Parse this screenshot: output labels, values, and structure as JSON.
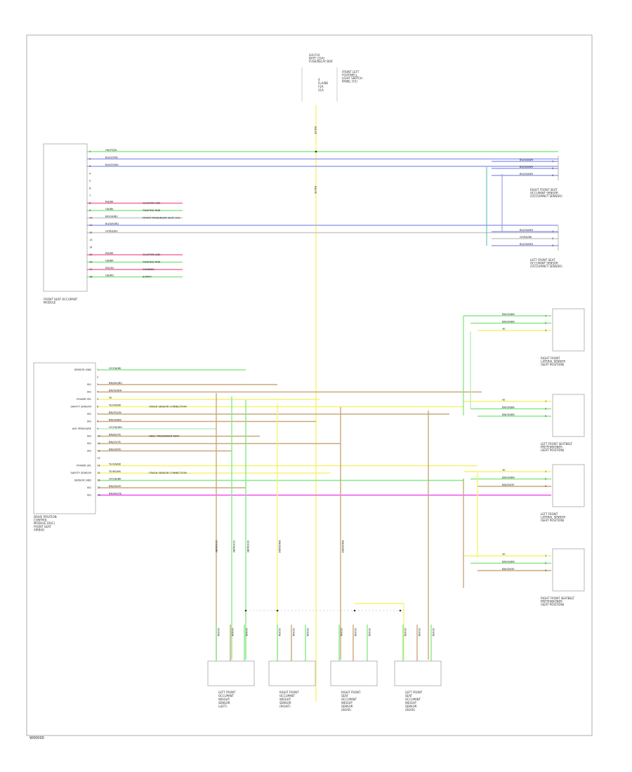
{
  "footer_code": "W00000",
  "colors": {
    "green": "#88e888",
    "blue": "#9aa0f0",
    "yellow": "#f4f470",
    "brown": "#c9a87a",
    "pink": "#f070a0",
    "magenta": "#f050f0",
    "lightgreen": "#b8f0b8",
    "grey": "#c8c8c8",
    "teal": "#66c0c0"
  },
  "diagram": {
    "top_connector": {
      "title": [
        "S/A-F10",
        "BATT (15A)",
        "FUSE/RELAY BOX"
      ],
      "side_label": [
        "FRONT LEFT",
        "FOOTWELL",
        "LIGHT SWITCH",
        "PANEL (F2)"
      ],
      "pin_labels": [
        "4",
        "FLA/BK",
        "F2A",
        "21A"
      ],
      "wire_top": "RD/YE",
      "wire_mid": "RD/YE"
    },
    "module_top": {
      "label": [
        "FRONT SEAT OCCUPANT",
        "MODULE"
      ],
      "wires": [
        {
          "pin": "1",
          "label": "GN/YE/BL",
          "color": "green"
        },
        {
          "pin": "2",
          "label": "BU/GY/RD",
          "color": "blue"
        },
        {
          "pin": "3",
          "label": "BU/GY/WH",
          "color": "blue"
        },
        {
          "pin": "4",
          "label": "",
          "color": ""
        },
        {
          "pin": "5",
          "label": "",
          "color": ""
        },
        {
          "pin": "6",
          "label": "",
          "color": ""
        },
        {
          "pin": "7",
          "label": "",
          "color": ""
        },
        {
          "pin": "8",
          "label": "RD/BK",
          "color": "pink",
          "note": "CLUSTER LINE"
        },
        {
          "pin": "9",
          "label": "GN/BK",
          "color": "green",
          "note": "TWISTED PAIR"
        },
        {
          "pin": "10",
          "label": "BK/GN/BU",
          "color": "grey",
          "note": "FRONT PASSENGER SEAT (S4)"
        },
        {
          "pin": "11",
          "label": "BU/WH/RD",
          "color": "blue"
        },
        {
          "pin": "12",
          "label": "GY/RD/BU",
          "color": "grey"
        },
        {
          "pin": "13",
          "label": "",
          "color": ""
        },
        {
          "pin": "14",
          "label": "",
          "color": ""
        },
        {
          "pin": "15",
          "label": "RD/BK",
          "color": "pink",
          "note": "CLUSTER LINE"
        },
        {
          "pin": "16",
          "label": "GN/BK",
          "color": "green",
          "note": "TWISTED PAIR"
        },
        {
          "pin": "17",
          "label": "RD/GN",
          "color": "pink",
          "note": "CHANNEL"
        },
        {
          "pin": "18",
          "label": "GN/RD",
          "color": "green",
          "note": "SUPPLY"
        }
      ]
    },
    "right_top": [
      {
        "label": [
          "RIGHT FRONT SEAT",
          "OCCUPANT SENSOR",
          "(OCCUPANCY SENSOR)"
        ],
        "pins": [
          {
            "n": "1",
            "w": "BU/GN/WH"
          },
          {
            "n": "2",
            "w": "BU/GN/WH"
          },
          {
            "n": "3",
            "w": "BU/GN/WH"
          }
        ]
      },
      {
        "label": [
          "LEFT FRONT SEAT",
          "OCCUPANT SENSOR",
          "(OCCUPANCY SENSOR)"
        ],
        "pins": [
          {
            "n": "1",
            "w": "BU/GN/WH"
          },
          {
            "n": "2",
            "w": "GY/RD/BK"
          },
          {
            "n": "3",
            "w": "BU/GN/WH"
          }
        ]
      }
    ],
    "module_bottom": {
      "label": [
        "DRIVE POSITION",
        "CONTROL",
        "MODULE (DSC)"
      ],
      "label2": [
        "FRONT SEAT",
        "AIRBAG"
      ],
      "wires": [
        {
          "pin": "1",
          "name": "SENSOR GND",
          "label": "GY/GN/BK",
          "color": "green"
        },
        {
          "pin": "2",
          "name": "",
          "label": "",
          "color": ""
        },
        {
          "pin": "3",
          "name": "SIG",
          "label": "BN/WH/BU",
          "color": "brown"
        },
        {
          "pin": "4",
          "name": "SIG",
          "label": "BN/YE/WH",
          "color": "brown"
        },
        {
          "pin": "5",
          "name": "POWER SPL",
          "label": "YE",
          "color": "yellow"
        },
        {
          "pin": "6",
          "name": "SAFETY SENSOR",
          "label": "YE/GN/BK",
          "color": "yellow",
          "note": "CRASH SENSOR CONNECTION"
        },
        {
          "pin": "7",
          "name": "SIG",
          "label": "BN/YE/GN",
          "color": "brown"
        },
        {
          "pin": "8",
          "name": "SIG",
          "label": "BN/GN/BK",
          "color": "brown"
        },
        {
          "pin": "9",
          "name": "AIR. PRESSURE",
          "label": "GY/GN/WH",
          "color": "lightgreen"
        },
        {
          "pin": "10",
          "name": "SIG",
          "label": "BN/BU/YE",
          "color": "brown",
          "note": "GND / PASSENGER SEAT"
        },
        {
          "pin": "11",
          "name": "SIG",
          "label": "BN/GY/YE",
          "color": "brown"
        },
        {
          "pin": "12",
          "name": "SIG",
          "label": "BN/GN/YE",
          "color": "brown"
        },
        {
          "pin": "13",
          "name": "",
          "label": "",
          "color": ""
        },
        {
          "pin": "14",
          "name": "POWER SPL",
          "label": "YE/GN/BK",
          "color": "yellow"
        },
        {
          "pin": "15",
          "name": "SAFETY SENSOR",
          "label": "YE/RD/BK",
          "color": "yellow",
          "note": "CRASH SENSOR CONNECTION"
        },
        {
          "pin": "16",
          "name": "SENSOR GND",
          "label": "GY/GN/BK",
          "color": "green"
        },
        {
          "pin": "17",
          "name": "SIG",
          "label": "BN/GN/YE",
          "color": "brown"
        },
        {
          "pin": "18",
          "name": "SIG",
          "label": "BN/WH/YE",
          "color": "magenta"
        }
      ]
    },
    "right_sensors": [
      {
        "label": [
          "RIGHT FRONT",
          "LATERAL SENSOR",
          "(SEAT POSITION)"
        ],
        "pins": [
          {
            "n": "1",
            "w": "BN/GN/BK"
          },
          {
            "n": "2",
            "w": "BN/GN/BK"
          },
          {
            "n": "3",
            "w": "YE"
          }
        ]
      },
      {
        "label": [
          "LEFT FRONT SEATBELT",
          "PRETENSIONER",
          "(SEAT POSITION)"
        ],
        "pins": [
          {
            "n": "1",
            "w": "YE"
          },
          {
            "n": "2",
            "w": "BN/GN/BK"
          },
          {
            "n": "3",
            "w": "BN/GN/BK"
          }
        ]
      },
      {
        "label": [
          "LEFT FRONT",
          "LATERAL SENSOR",
          "(SEAT POSITION)"
        ],
        "pins": [
          {
            "n": "1",
            "w": "YE"
          },
          {
            "n": "2",
            "w": "BN/GN/BK"
          },
          {
            "n": "3",
            "w": "BN/GN/YE"
          }
        ]
      },
      {
        "label": [
          "RIGHT FRONT SEATBELT",
          "PRETENSIONER",
          "(SEAT POSITION)"
        ],
        "pins": [
          {
            "n": "1",
            "w": "YE"
          },
          {
            "n": "2",
            "w": "BN/GN/BK"
          },
          {
            "n": "3",
            "w": "BN/GN/YE"
          }
        ]
      }
    ],
    "bottom_labels": [
      "GY/GN/BK",
      "GY/GN/BK",
      "GY/GN/BK",
      "BN/GN/BK",
      "BN/GN/BK"
    ],
    "bottom_sensors": [
      {
        "label": [
          "LEFT FRONT",
          "OCCUPANT",
          "WEIGHT",
          "SENSOR",
          "(LEFT)"
        ]
      },
      {
        "label": [
          "RIGHT FRONT",
          "OCCUPANT",
          "WEIGHT",
          "SENSOR",
          "(RIGHT)"
        ]
      },
      {
        "label": [
          "RIGHT FRONT",
          "SEAT",
          "OCCUPANT",
          "WEIGHT",
          "SENSOR",
          "(REAR)"
        ]
      },
      {
        "label": [
          "LEFT FRONT",
          "SEAT",
          "OCCUPANT",
          "WEIGHT",
          "SENSOR",
          "(REAR)"
        ]
      }
    ]
  }
}
